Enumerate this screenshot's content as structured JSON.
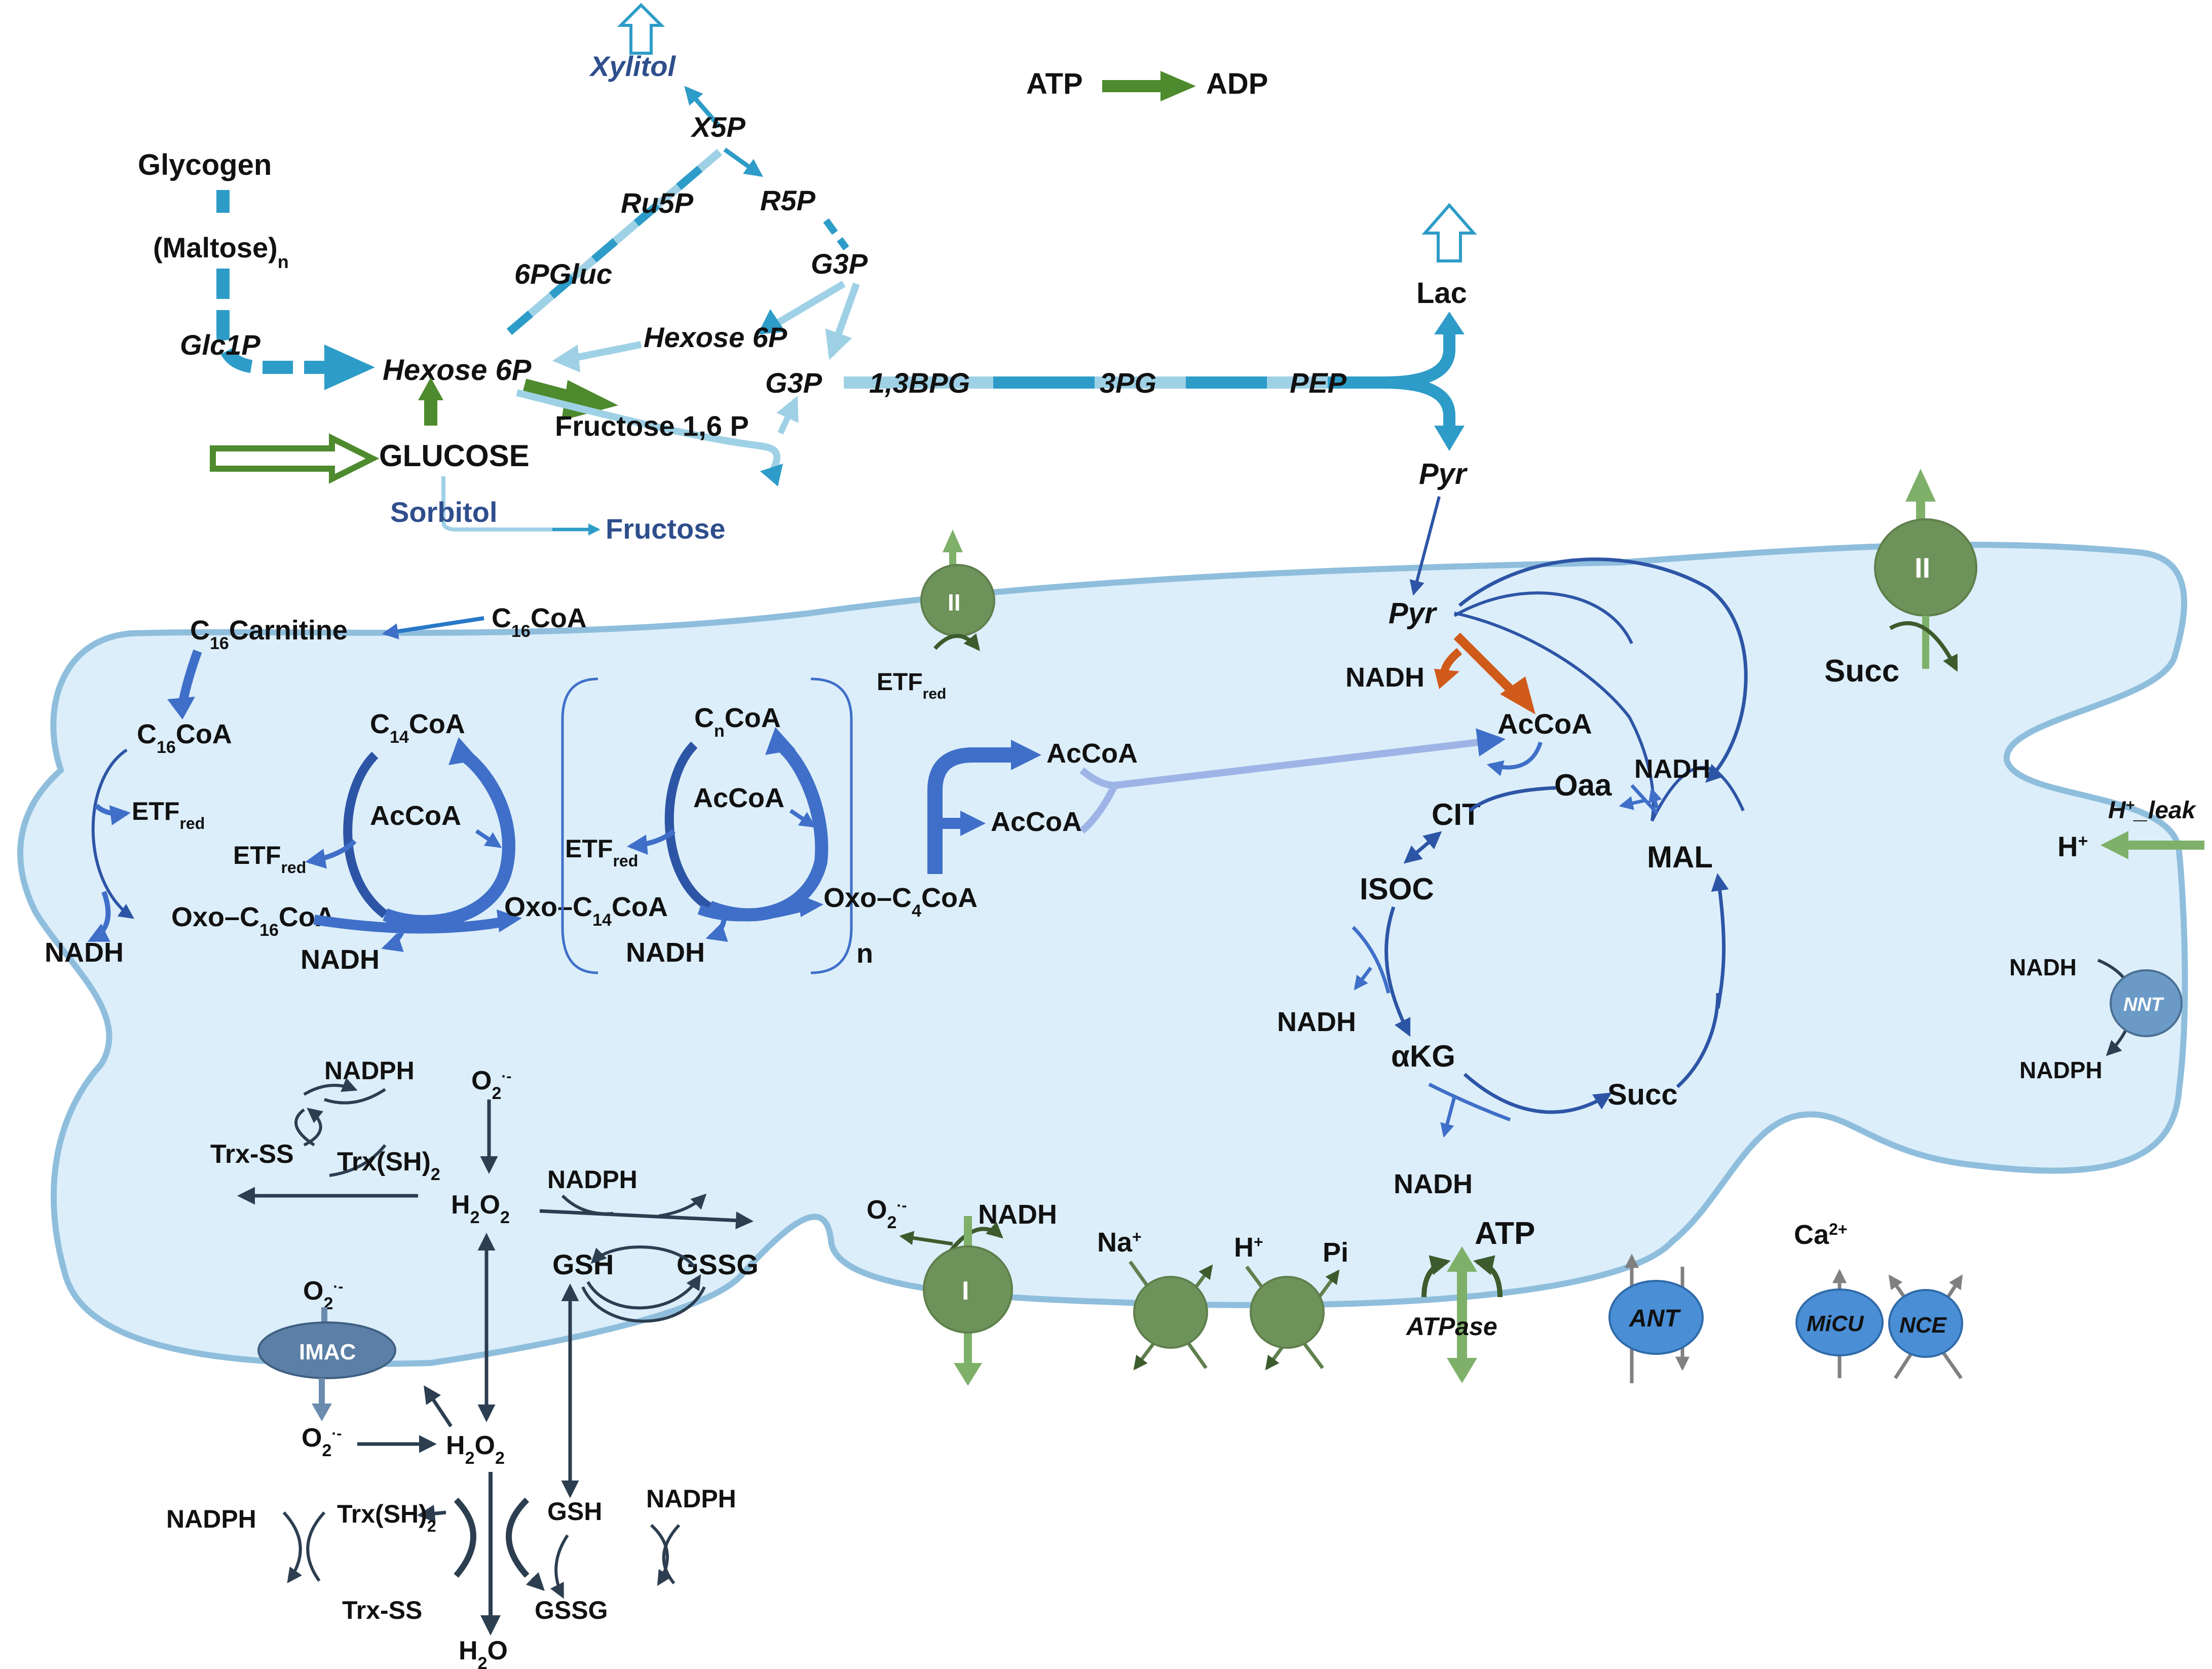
{
  "top_legend": {
    "atp": "ATP",
    "adp": "ADP"
  },
  "glycolysis": {
    "xylitol": "Xylitol",
    "x5p": "X5P",
    "glycogen": "Glycogen",
    "maltose": "(Maltose)",
    "maltose_sub": "n",
    "ru5p": "Ru5P",
    "r5p": "R5P",
    "pgluc": "6PGluc",
    "g3p_top": "G3P",
    "glc1p": "Glc1P",
    "hexose6p_right": "Hexose 6P",
    "hexose6p": "Hexose 6P",
    "g3p": "G3P",
    "bpg": "1,3BPG",
    "pg3": "3PG",
    "pep": "PEP",
    "fructose16p": "Fructose 1,6 P",
    "glucose": "GLUCOSE",
    "sorbitol": "Sorbitol",
    "fructose": "Fructose",
    "lac": "Lac",
    "pyr_cyto": "Pyr"
  },
  "beta_oxidation": {
    "c16carnitine_pre": "C",
    "c16carnitine_sub": "16",
    "c16carnitine_post": "Carnitine",
    "c16coa_out_pre": "C",
    "c16coa_out_sub": "16",
    "c16coa_out_post": "CoA",
    "c16coa_pre": "C",
    "c16coa_sub": "16",
    "c16coa_post": "CoA",
    "c14coa_pre": "C",
    "c14coa_sub": "14",
    "c14coa_post": "CoA",
    "cncoa_pre": "C",
    "cncoa_sub": "n",
    "cncoa_post": "CoA",
    "etf_red": "ETF",
    "etf_sub": "red",
    "acoa": "AcCoA",
    "oxo_c16_pre": "Oxo–C",
    "oxo_c16_sub": "16",
    "oxo_c16_post": "CoA",
    "oxo_c14_pre": "Oxo–C",
    "oxo_c14_sub": "14",
    "oxo_c14_post": "CoA",
    "oxo_c4_pre": "Oxo–C",
    "oxo_c4_sub": "4",
    "oxo_c4_post": "CoA",
    "nadh": "NADH",
    "n": "n"
  },
  "tca": {
    "pyr": "Pyr",
    "nadh": "NADH",
    "accoa": "AcCoA",
    "oaa": "Oaa",
    "cit": "CIT",
    "isoc": "ISOC",
    "mal": "MAL",
    "akg": "αKG",
    "succ": "Succ"
  },
  "ros": {
    "nadph": "NADPH",
    "trx_ss": "Trx-SS",
    "trx_sh2": "Trx(SH)",
    "sub2": "2",
    "o2": "O",
    "o2_sup": "·-",
    "h2o2": "H",
    "h2o2_mid": "2",
    "h2o2_end": "O",
    "gsh": "GSH",
    "gssg": "GSSG",
    "imac": "IMAC",
    "h2o": "H",
    "h2o_end": "O"
  },
  "membrane": {
    "complex_i": "I",
    "complex_ii": "II",
    "succ": "Succ",
    "h_leak": "H",
    "h_leak_sup": "+",
    "h_leak_post": "_leak",
    "h_plus": "H",
    "plus": "+",
    "nnt": "NNT",
    "nadh": "NADH",
    "nadph": "NADPH",
    "na": "Na",
    "pi": "Pi",
    "atp": "ATP",
    "atpase": "ATPase",
    "ant": "ANT",
    "ca": "Ca",
    "ca_sup": "2+",
    "micu": "MiCU",
    "nce": "NCE"
  },
  "colors": {
    "glycolysis_blue": "#2e9cc8",
    "light_blue": "#9fd1e6",
    "mito_fill": "#dceefa",
    "mito_stroke": "#8fbedd",
    "beta_blue": "#3f6fc8",
    "tca_blue": "#2d55a6",
    "orange": "#d05a1a",
    "green": "#4e8a2e",
    "complex_green": "#6e935a",
    "transporter_blue": "#4a8ed6",
    "ros_dark": "#2c3e50"
  }
}
